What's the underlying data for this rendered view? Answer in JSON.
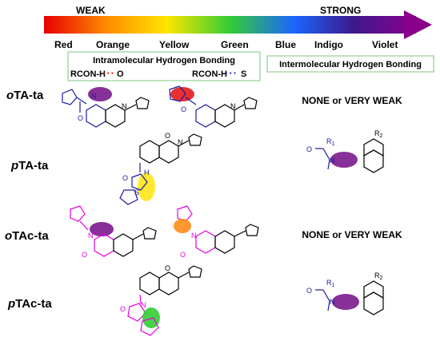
{
  "scale": {
    "weak_label": "WEAK",
    "strong_label": "STRONG",
    "colors": [
      "Red",
      "Orange",
      "Yellow",
      "Green",
      "Blue",
      "Indigo",
      "Violet"
    ],
    "gradient_stops": [
      "#e60000",
      "#ff8c00",
      "#ffe600",
      "#33cc33",
      "#1a66ff",
      "#3b1a8c",
      "#8b008b"
    ]
  },
  "legend": {
    "intra_title": "Intramolecular Hydrogen Bonding",
    "intra_pair_o": {
      "donor": "RCON-H",
      "acceptor": "O",
      "dots_color": "#e60000"
    },
    "intra_pair_s": {
      "donor": "RCON-H",
      "acceptor": "S",
      "dots_color": "#1a1aa0"
    },
    "inter_title": "Intermolecular Hydrogen Bonding"
  },
  "rows": [
    {
      "label_prefix": "o",
      "label_rest": "TA-ta",
      "result": "NONE or VERY WEAK",
      "color": "#1a1aa0"
    },
    {
      "label_prefix": "p",
      "label_rest": "TA-ta",
      "result": "",
      "color": "#1a1aa0"
    },
    {
      "label_prefix": "o",
      "label_rest": "TAc-ta",
      "result": "NONE or VERY WEAK",
      "color": "#e600e6"
    },
    {
      "label_prefix": "p",
      "label_rest": "TAc-ta",
      "result": "",
      "color": "#e600e6"
    }
  ],
  "structure_labels": {
    "r1": "R",
    "r1_sub": "1",
    "r2": "R",
    "r2_sub": "2",
    "o": "O",
    "n": "N",
    "s": "S",
    "h": "H"
  },
  "ellipse_colors": {
    "purple": "#7a1a8c",
    "red": "#e61a1a",
    "yellow": "#ffe61a",
    "orange": "#ff8c1a",
    "green": "#33cc33"
  }
}
